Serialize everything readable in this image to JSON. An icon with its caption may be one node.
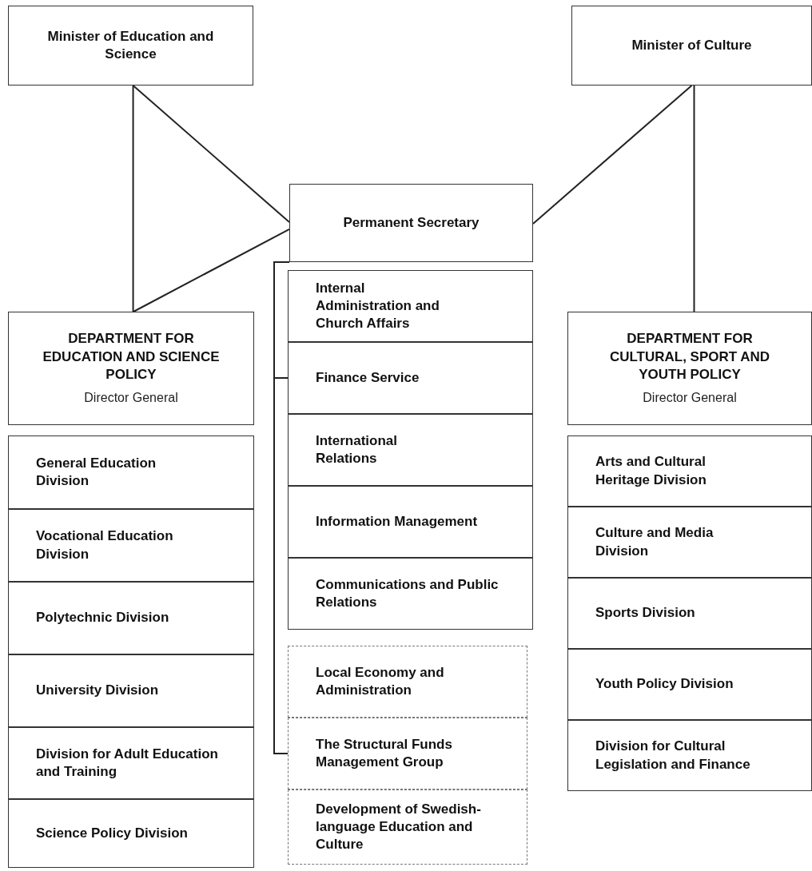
{
  "diagram": {
    "nodes": [
      {
        "text": [
          "Minister of Education and Science"
        ]
      },
      {
        "text": [
          "Minister of Culture"
        ]
      },
      {
        "text": [
          "Permanent Secretary"
        ]
      },
      {
        "text": [
          "DEPARTMENT FOR EDUCATION AND SCIENCE POLICY",
          "Director General"
        ]
      },
      {
        "text": [
          "Internal Administration and Church Affairs"
        ]
      },
      {
        "text": [
          "DEPARTMENT FOR CULTURAL, SPORT AND YOUTH POLICY",
          "Director General"
        ]
      },
      {
        "text": [
          "General Education Division"
        ]
      },
      {
        "text": [
          "Finance Service"
        ]
      },
      {
        "text": [
          "Arts and Cultural Heritage Division"
        ]
      },
      {
        "text": [
          "Vocational Education Division"
        ]
      },
      {
        "text": [
          "International Relations"
        ]
      },
      {
        "text": [
          "Culture and Media Division"
        ]
      },
      {
        "text": [
          "Polytechnic Division"
        ]
      },
      {
        "text": [
          "Information Management"
        ]
      },
      {
        "text": [
          "Sports Division"
        ]
      },
      {
        "text": [
          "University Division"
        ]
      },
      {
        "text": [
          "Communications and Public Relations"
        ]
      },
      {
        "text": [
          "Youth Policy Division"
        ]
      },
      {
        "text": [
          "Local Economy and Administration"
        ]
      },
      {
        "text": [
          "Division for Adult Education and Training"
        ]
      },
      {
        "text": [
          "Division for Cultural Legislation and Finance"
        ]
      },
      {
        "text": [
          "The Structural Funds Management Group"
        ]
      },
      {
        "text": [
          "Science Policy Division"
        ]
      },
      {
        "text": [
          "Development of Swedish-language Education and Culture"
        ]
      }
    ],
    "edges": [
      {
        "from": 0,
        "to": 3,
        "arrow": "none"
      },
      {
        "from": 0,
        "to": 2,
        "arrow": "none"
      },
      {
        "from": 2,
        "to": 3,
        "arrow": "none"
      },
      {
        "from": 1,
        "to": 2,
        "arrow": "none"
      },
      {
        "from": 1,
        "to": 5,
        "arrow": "none"
      },
      {
        "from": 2,
        "to": 7,
        "arrow": "none"
      },
      {
        "from": 2,
        "to": 21,
        "arrow": "none"
      }
    ]
  }
}
